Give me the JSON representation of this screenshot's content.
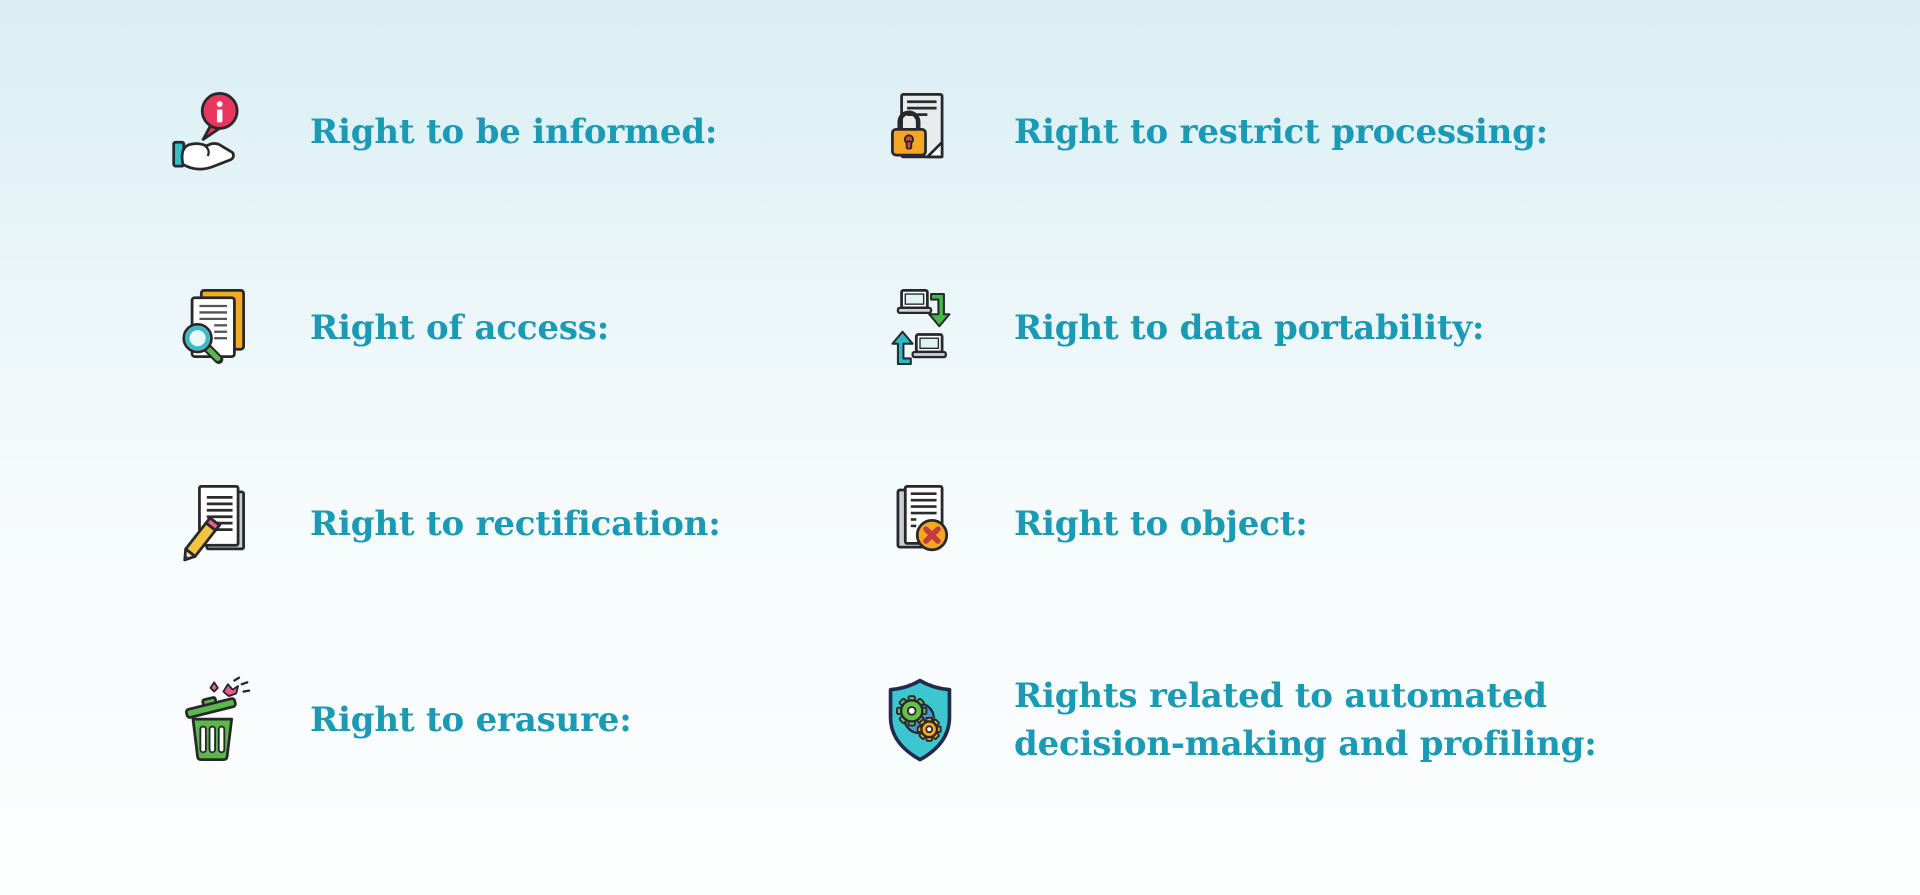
{
  "colors": {
    "bg-top": "#d9eef4",
    "bg-mid": "#f5fafb",
    "bg-bottom": "#fdfefe",
    "text": "#1b9ab5",
    "pink": "#e8365f",
    "orange": "#f5a623",
    "green": "#5cb84b",
    "teal": "#2fb9c4",
    "red": "#c43b3b"
  },
  "rights": [
    {
      "label": "Right to be informed:",
      "icon": "info-hand-icon"
    },
    {
      "label": "Right of access:",
      "icon": "search-documents-icon"
    },
    {
      "label": "Right to rectification:",
      "icon": "edit-document-icon"
    },
    {
      "label": "Right to erasure:",
      "icon": "trash-bin-icon"
    },
    {
      "label": "Right to restrict processing:",
      "icon": "locked-document-icon"
    },
    {
      "label": "Right to data portability:",
      "icon": "data-transfer-icon"
    },
    {
      "label": "Right to object:",
      "icon": "reject-document-icon"
    },
    {
      "label": "Rights related to automated decision-making and profiling:",
      "icon": "shield-gears-icon"
    }
  ]
}
